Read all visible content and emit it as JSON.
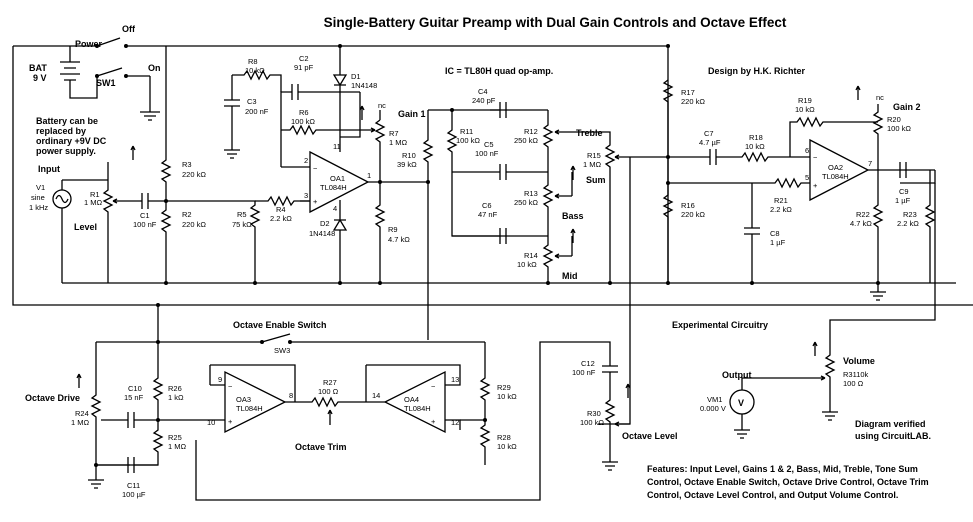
{
  "title": "Single-Battery Guitar Preamp with Dual Gain Controls and Octave Effect",
  "designer": "Design by H.K. Richter",
  "ic_note": "IC = TL80H quad op-amp.",
  "section_labels": {
    "power": "Power",
    "off": "Off",
    "on": "On",
    "sw1": "SW1",
    "battery_note": [
      "Battery can be",
      "replaced by",
      "ordinary +9V DC",
      "power supply."
    ],
    "input": "Input",
    "level": "Level",
    "gain1": "Gain 1",
    "gain2": "Gain 2",
    "treble": "Treble",
    "bass": "Bass",
    "mid": "Mid",
    "sum": "Sum",
    "experimental": "Experimental Circuitry",
    "octave_enable": "Octave Enable Switch",
    "sw3": "SW3",
    "octave_drive": "Octave Drive",
    "octave_trim": "Octave Trim",
    "octave_level": "Octave Level",
    "volume": "Volume",
    "output": "Output",
    "nc1": "nc",
    "nc2": "nc",
    "verified": [
      "Diagram verified",
      "using CircuitLAB."
    ]
  },
  "components": {
    "bat": [
      "BAT",
      "9 V"
    ],
    "v1": [
      "V1",
      "sine",
      "1 kHz"
    ],
    "r1": [
      "R1",
      "1 MΩ"
    ],
    "c1": [
      "C1",
      "100 nF"
    ],
    "r2": [
      "R2",
      "220 kΩ"
    ],
    "r3": [
      "R3",
      "220 kΩ"
    ],
    "r4": [
      "R4",
      "2.2 kΩ"
    ],
    "r5": [
      "R5",
      "75 kΩ"
    ],
    "r6": [
      "R6",
      "100 kΩ"
    ],
    "r7": [
      "R7",
      "1 MΩ"
    ],
    "r8": [
      "R8",
      "10 kΩ"
    ],
    "r9": [
      "R9",
      "4.7 kΩ"
    ],
    "r10": [
      "R10",
      "39 kΩ"
    ],
    "r11": [
      "R11",
      "100 kΩ"
    ],
    "r12": [
      "R12",
      "250 kΩ"
    ],
    "r13": [
      "R13",
      "250 kΩ"
    ],
    "r14": [
      "R14",
      "10 kΩ"
    ],
    "r15": [
      "R15",
      "1 MΩ"
    ],
    "r16": [
      "R16",
      "220 kΩ"
    ],
    "r17": [
      "R17",
      "220 kΩ"
    ],
    "r18": [
      "R18",
      "10 kΩ"
    ],
    "r19": [
      "R19",
      "10 kΩ"
    ],
    "r20": [
      "R20",
      "100 kΩ"
    ],
    "r21": [
      "R21",
      "2.2 kΩ"
    ],
    "r22": [
      "R22",
      "4.7 kΩ"
    ],
    "r23": [
      "R23",
      "2.2 kΩ"
    ],
    "r24": [
      "R24",
      "1 MΩ"
    ],
    "r25": [
      "R25",
      "1 MΩ"
    ],
    "r26": [
      "R26",
      "1 kΩ"
    ],
    "r27": [
      "R27",
      "100 Ω"
    ],
    "r28": [
      "R28",
      "10 kΩ"
    ],
    "r29": [
      "R29",
      "10 kΩ"
    ],
    "r30": [
      "R30",
      "100 kΩ"
    ],
    "r3110": [
      "R3110k",
      "100 Ω"
    ],
    "c2": [
      "C2",
      "91 pF"
    ],
    "c3": [
      "C3",
      "200 nF"
    ],
    "c4": [
      "C4",
      "240 pF"
    ],
    "c5": [
      "C5",
      "100 nF"
    ],
    "c6": [
      "C6",
      "47 nF"
    ],
    "c7": [
      "C7",
      "4.7 µF"
    ],
    "c8": [
      "C8",
      "1 µF"
    ],
    "c9": [
      "C9",
      "1 µF"
    ],
    "c10": [
      "C10",
      "15 nF"
    ],
    "c11": [
      "C11",
      "100 µF"
    ],
    "c12": [
      "C12",
      "100 nF"
    ],
    "d1": [
      "D1",
      "1N4148"
    ],
    "d2": [
      "D2",
      "1N4148"
    ],
    "oa1": [
      "OA1",
      "TL084H"
    ],
    "oa2": [
      "OA2",
      "TL084H"
    ],
    "oa3": [
      "OA3",
      "TL084H"
    ],
    "oa4": [
      "OA4",
      "TL084H"
    ],
    "vm1": [
      "VM1",
      "0.000 V"
    ]
  },
  "pins": {
    "oa1_in": "2",
    "oa1_nin": "3",
    "oa1_out": "1",
    "oa1_v": "11",
    "oa1_g": "4",
    "oa2_in": "6",
    "oa2_nin": "5",
    "oa2_out": "7",
    "oa3_in": "9",
    "oa3_nin": "10",
    "oa3_out": "8",
    "oa4_in": "13",
    "oa4_nin": "12",
    "oa4_out": "14"
  },
  "features": [
    "Features: Input Level, Gains 1 & 2, Bass, Mid, Treble, Tone Sum",
    "Control, Octave Enable Switch, Octave Drive Control, Octave Trim",
    "Control, Octave Level Control, and Output Volume Control."
  ]
}
